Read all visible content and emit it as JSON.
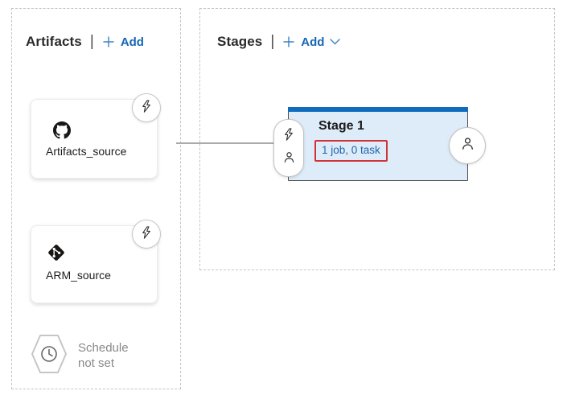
{
  "artifacts": {
    "title": "Artifacts",
    "divider": "|",
    "add_label": "Add",
    "cards": [
      {
        "label": "Artifacts_source",
        "icon": "github-icon",
        "badge_icon": "lightning-bolt-icon"
      },
      {
        "label": "ARM_source",
        "icon": "git-diamond-icon",
        "badge_icon": "lightning-bolt-icon"
      }
    ],
    "schedule": {
      "icon": "clock-hexagon-icon",
      "line1": "Schedule",
      "line2": "not set"
    }
  },
  "stages": {
    "title": "Stages",
    "divider": "|",
    "add_label": "Add",
    "add_has_dropdown": true,
    "stage": {
      "title": "Stage 1",
      "jobs_summary": "1 job, 0 task",
      "pre_deployment_icons": [
        "lightning-bolt-icon",
        "person-icon"
      ],
      "post_deployment_icon": "person-icon",
      "selected": true,
      "annotated": true
    }
  },
  "colors": {
    "accent_blue": "#0f6cbd",
    "link_blue": "#1766b5",
    "stage_fill": "#deecf9",
    "stage_selected_bar": "#0f6cbd",
    "annotation_red": "#d13438",
    "muted_text": "#8a8886",
    "panel_dash_border": "#c6c4c2",
    "connector_gray": "#abaaa8"
  }
}
